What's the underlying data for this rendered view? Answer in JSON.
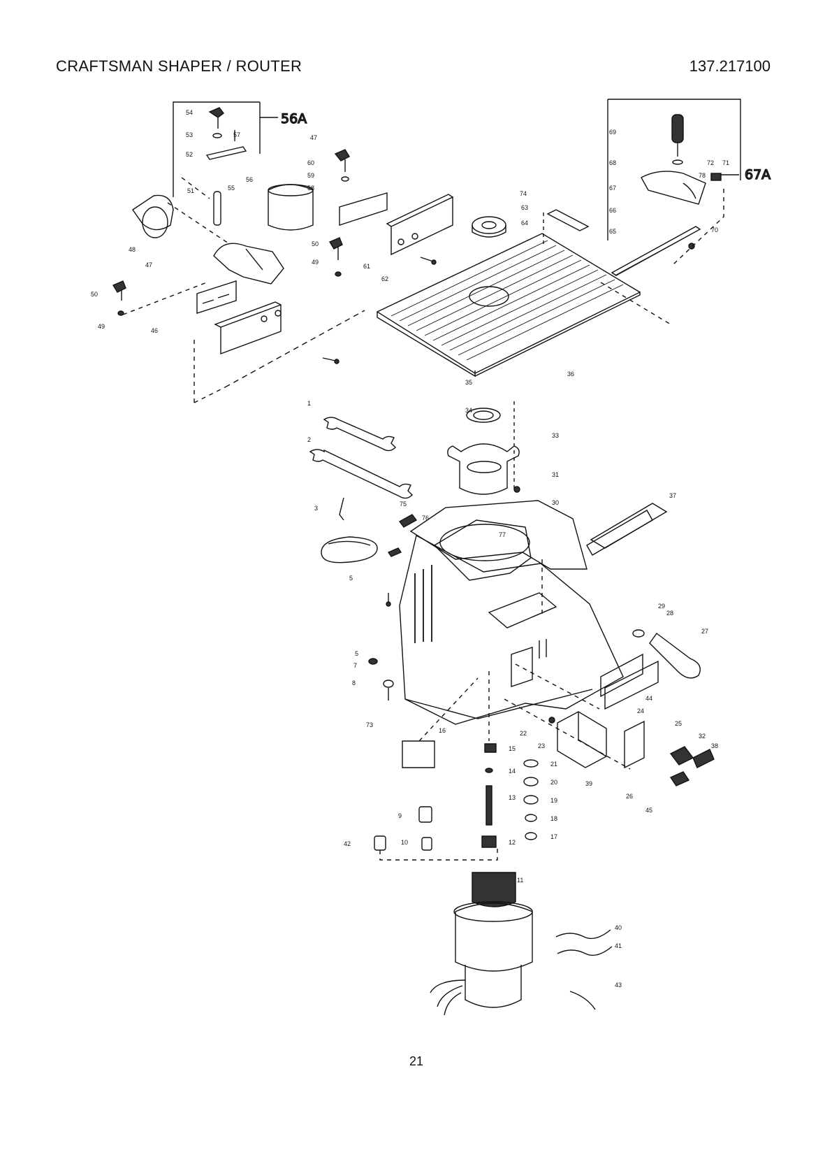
{
  "header": {
    "title": "CRAFTSMAN SHAPER / ROUTER",
    "model_number": "137.217100"
  },
  "footer": {
    "page_number": "21"
  },
  "annotations": {
    "left_group": "56A",
    "right_group": "67A"
  },
  "part_labels": [
    {
      "id": "lbl-1",
      "text": "1"
    },
    {
      "id": "lbl-2",
      "text": "2"
    },
    {
      "id": "lbl-3",
      "text": "3"
    },
    {
      "id": "lbl-5",
      "text": "5"
    },
    {
      "id": "lbl-5a",
      "text": "5"
    },
    {
      "id": "lbl-7",
      "text": "7"
    },
    {
      "id": "lbl-8",
      "text": "8"
    },
    {
      "id": "lbl-9",
      "text": "9"
    },
    {
      "id": "lbl-10",
      "text": "10"
    },
    {
      "id": "lbl-11",
      "text": "11"
    },
    {
      "id": "lbl-12",
      "text": "12"
    },
    {
      "id": "lbl-13",
      "text": "13"
    },
    {
      "id": "lbl-14",
      "text": "14"
    },
    {
      "id": "lbl-15",
      "text": "15"
    },
    {
      "id": "lbl-16",
      "text": "16"
    },
    {
      "id": "lbl-17",
      "text": "17"
    },
    {
      "id": "lbl-18",
      "text": "18"
    },
    {
      "id": "lbl-19",
      "text": "19"
    },
    {
      "id": "lbl-20",
      "text": "20"
    },
    {
      "id": "lbl-21",
      "text": "21"
    },
    {
      "id": "lbl-22",
      "text": "22"
    },
    {
      "id": "lbl-23",
      "text": "23"
    },
    {
      "id": "lbl-24",
      "text": "24"
    },
    {
      "id": "lbl-25",
      "text": "25"
    },
    {
      "id": "lbl-26",
      "text": "26"
    },
    {
      "id": "lbl-27",
      "text": "27"
    },
    {
      "id": "lbl-28",
      "text": "28"
    },
    {
      "id": "lbl-29",
      "text": "29"
    },
    {
      "id": "lbl-30",
      "text": "30"
    },
    {
      "id": "lbl-31",
      "text": "31"
    },
    {
      "id": "lbl-32",
      "text": "32"
    },
    {
      "id": "lbl-33",
      "text": "33"
    },
    {
      "id": "lbl-34",
      "text": "34"
    },
    {
      "id": "lbl-35",
      "text": "35"
    },
    {
      "id": "lbl-36",
      "text": "36"
    },
    {
      "id": "lbl-37",
      "text": "37"
    },
    {
      "id": "lbl-38",
      "text": "38"
    },
    {
      "id": "lbl-39",
      "text": "39"
    },
    {
      "id": "lbl-40",
      "text": "40"
    },
    {
      "id": "lbl-41",
      "text": "41"
    },
    {
      "id": "lbl-42",
      "text": "42"
    },
    {
      "id": "lbl-43",
      "text": "43"
    },
    {
      "id": "lbl-44",
      "text": "44"
    },
    {
      "id": "lbl-45",
      "text": "45"
    },
    {
      "id": "lbl-46",
      "text": "46"
    },
    {
      "id": "lbl-47",
      "text": "47"
    },
    {
      "id": "lbl-47a",
      "text": "47"
    },
    {
      "id": "lbl-48",
      "text": "48"
    },
    {
      "id": "lbl-49",
      "text": "49"
    },
    {
      "id": "lbl-49a",
      "text": "49"
    },
    {
      "id": "lbl-50",
      "text": "50"
    },
    {
      "id": "lbl-50a",
      "text": "50"
    },
    {
      "id": "lbl-51",
      "text": "51"
    },
    {
      "id": "lbl-52",
      "text": "52"
    },
    {
      "id": "lbl-53",
      "text": "53"
    },
    {
      "id": "lbl-54",
      "text": "54"
    },
    {
      "id": "lbl-55",
      "text": "55"
    },
    {
      "id": "lbl-56",
      "text": "56"
    },
    {
      "id": "lbl-57",
      "text": "57"
    },
    {
      "id": "lbl-58",
      "text": "58"
    },
    {
      "id": "lbl-59",
      "text": "59"
    },
    {
      "id": "lbl-60",
      "text": "60"
    },
    {
      "id": "lbl-61",
      "text": "61"
    },
    {
      "id": "lbl-62",
      "text": "62"
    },
    {
      "id": "lbl-63",
      "text": "63"
    },
    {
      "id": "lbl-64",
      "text": "64"
    },
    {
      "id": "lbl-65",
      "text": "65"
    },
    {
      "id": "lbl-66",
      "text": "66"
    },
    {
      "id": "lbl-67",
      "text": "67"
    },
    {
      "id": "lbl-68",
      "text": "68"
    },
    {
      "id": "lbl-69",
      "text": "69"
    },
    {
      "id": "lbl-70",
      "text": "70"
    },
    {
      "id": "lbl-71",
      "text": "71"
    },
    {
      "id": "lbl-72",
      "text": "72"
    },
    {
      "id": "lbl-73",
      "text": "73"
    },
    {
      "id": "lbl-74",
      "text": "74"
    },
    {
      "id": "lbl-75",
      "text": "75"
    },
    {
      "id": "lbl-76",
      "text": "76"
    },
    {
      "id": "lbl-77",
      "text": "77"
    },
    {
      "id": "lbl-78",
      "text": "78"
    }
  ]
}
